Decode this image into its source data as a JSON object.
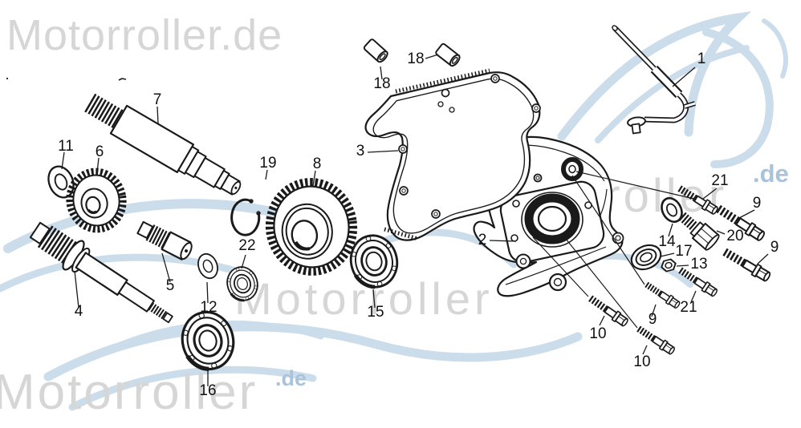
{
  "brand": {
    "logo_top_left": "Motorroller.de",
    "watermark_word": "Motorroller",
    "watermark_suffix": ".de"
  },
  "callouts": {
    "n1": "1",
    "n2": "2",
    "n3": "3",
    "n4": "4",
    "n5": "5",
    "n6": "6",
    "n7": "7",
    "n8": "8",
    "n9": "9",
    "n10": "10",
    "n11": "11",
    "n12": "12",
    "n13": "13",
    "n14": "14",
    "n15": "15",
    "n16": "16",
    "n17": "17",
    "n18": "18",
    "n19": "19",
    "n20": "20",
    "n21": "21",
    "n22": "22"
  },
  "colors": {
    "ink": "#1a1a1a",
    "label": "#111111",
    "watermark_gray": "#d6d6d6",
    "watermark_blue": "#a9c3da",
    "wing_blue": "#cbdcea"
  }
}
